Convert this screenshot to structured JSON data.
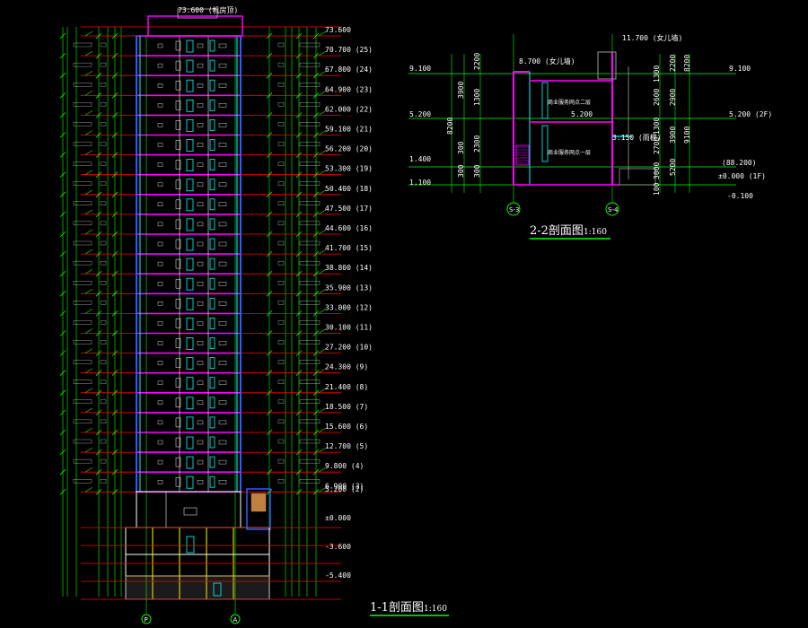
{
  "colors": {
    "background": "#000000",
    "green": "#00ff00",
    "red": "#ff0000",
    "magenta": "#ff00ff",
    "cyan": "#00ffff",
    "blue": "#2b5cff",
    "yellow": "#ffff00",
    "white": "#ffffff",
    "gray": "#9a9a9a",
    "orange": "#c08040"
  },
  "section_1_1": {
    "title": "1-1剖面图",
    "scale": "1:160",
    "axis_left": "P",
    "axis_right": "A",
    "level_labels_right": [
      "73.600",
      "70.700 (25)",
      "67.800 (24)",
      "64.900 (23)",
      "62.000 (22)",
      "59.100 (21)",
      "56.200 (20)",
      "53.300 (19)",
      "50.400 (18)",
      "47.500 (17)",
      "44.600 (16)",
      "41.700 (15)",
      "38.800 (14)",
      "35.900 (13)",
      "33.000 (12)",
      "30.100 (11)",
      "27.200 (10)",
      "24.300 (9)",
      "21.400 (8)",
      "18.500 (7)",
      "15.600 (6)",
      "12.700 (5)",
      "9.800 (4)",
      "6.900 (3)",
      "5.200 (2)",
      "±0.000",
      "-3.600",
      "-5.400"
    ],
    "storey_height": "2900",
    "top_label": "73.600 (机房顶)"
  },
  "section_2_2": {
    "title": "2-2剖面图",
    "scale": "1:160",
    "axis_labels": [
      "S-3",
      "S-4"
    ],
    "room_upper": "商业服务网点二层",
    "room_lower": "商业服务网点一层",
    "left_levels": [
      "9.100",
      "5.200",
      "1.400",
      "1.100"
    ],
    "right_levels": [
      "9.100",
      "5.200 (2F)",
      "(88.200)",
      "±0.000 (1F)",
      "-0.100"
    ],
    "top_levels": [
      "11.700 (女儿墙)",
      "8.700 (女儿墙)"
    ],
    "inner_levels": [
      "5.200",
      "3.150 (雨棚)"
    ],
    "left_dims": [
      "3900",
      "2200",
      "8200",
      "1300",
      "2300",
      "300",
      "300",
      "300"
    ],
    "right_dims": [
      "2200",
      "2900",
      "1300",
      "1300",
      "3900",
      "2600",
      "2700",
      "9100",
      "5200",
      "8200",
      "3000",
      "100"
    ]
  }
}
